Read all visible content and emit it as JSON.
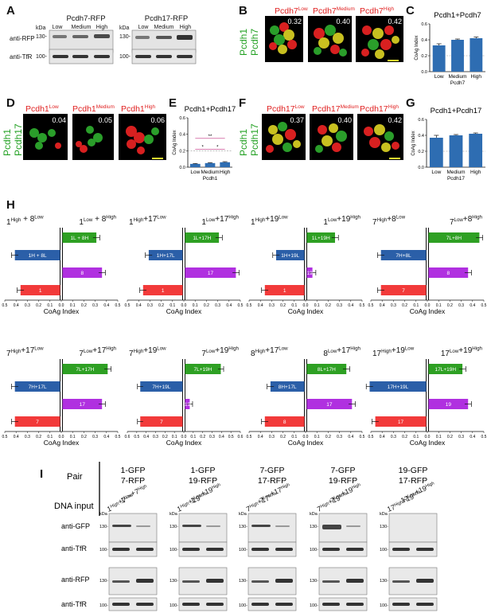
{
  "colors": {
    "green": "#2ea023",
    "blue": "#2b5fa8",
    "magenta": "#b030e0",
    "red": "#f23a3a",
    "cbar": "#2e6db2",
    "text_red": "#e02020",
    "text_green": "#22a022"
  },
  "panels": {
    "A": "A",
    "B": "B",
    "C": "C",
    "D": "D",
    "E": "E",
    "F": "F",
    "G": "G",
    "H": "H",
    "I": "I"
  },
  "panel_a": {
    "left": {
      "title": "Pcdh7-RFP",
      "levels": [
        "Low",
        "Medium",
        "High"
      ]
    },
    "right": {
      "title": "Pcdh17-RFP",
      "levels": [
        "Low",
        "Medium",
        "High"
      ]
    },
    "kda": "kDa",
    "row1": "anti-RFP",
    "row2": "anti-TfR",
    "m130": "130-",
    "m100": "100-"
  },
  "panel_b": {
    "ylabel1": "Pcdh1",
    "ylabel2": "Pcdh7",
    "images": [
      {
        "base": "Pcdh7",
        "sup": "Low",
        "value": "0.32"
      },
      {
        "base": "Pcdh7",
        "sup": "Medium",
        "value": "0.40"
      },
      {
        "base": "Pcdh7",
        "sup": "High",
        "value": "0.42"
      }
    ]
  },
  "panel_d": {
    "ylabel1": "Pcdh1",
    "ylabel2": "Pcdh17",
    "images": [
      {
        "base": "Pcdh1",
        "sup": "Low",
        "value": "0.04"
      },
      {
        "base": "Pcdh1",
        "sup": "Medium",
        "value": "0.05"
      },
      {
        "base": "Pcdh1",
        "sup": "High",
        "value": "0.06"
      }
    ]
  },
  "panel_f": {
    "ylabel1": "Pcdh1",
    "ylabel2": "Pcdh17",
    "images": [
      {
        "base": "Pcdh17",
        "sup": "Low",
        "value": "0.37"
      },
      {
        "base": "Pcdh17",
        "sup": "Medium",
        "value": "0.40"
      },
      {
        "base": "Pcdh17",
        "sup": "High",
        "value": "0.42"
      }
    ]
  },
  "chart_data": [
    {
      "id": "C",
      "type": "bar",
      "title": "Pcdh1+Pcdh7",
      "categories": [
        "Low",
        "Medium",
        "High"
      ],
      "values": [
        0.33,
        0.4,
        0.42
      ],
      "errors": [
        0.02,
        0.01,
        0.015
      ],
      "xlabel": "Pcdh7",
      "ylabel": "CoAg Index",
      "ylim": [
        0,
        0.6
      ],
      "yticks": [
        "0.0",
        "0.2",
        "0.4",
        "0.6"
      ],
      "ref_line": 0.2
    },
    {
      "id": "E",
      "type": "bar",
      "title": "Pcdh1+Pcdh17",
      "categories": [
        "Low",
        "Medium",
        "High"
      ],
      "values": [
        0.04,
        0.05,
        0.06
      ],
      "errors": [
        0.005,
        0.006,
        0.007
      ],
      "xlabel": "Pcdh1",
      "ylabel": "CoAg Index",
      "ylim": [
        0,
        0.6
      ],
      "yticks": [
        "0.0",
        "0.2",
        "0.4",
        "0.6"
      ],
      "ref_line": 0.2,
      "significance": [
        "**",
        "*",
        "*"
      ]
    },
    {
      "id": "G",
      "type": "bar",
      "title": "Pcdh1+Pcdh17",
      "categories": [
        "Low",
        "Medium",
        "High"
      ],
      "values": [
        0.37,
        0.4,
        0.42
      ],
      "errors": [
        0.03,
        0.01,
        0.01
      ],
      "xlabel": "Pcdh17",
      "ylabel": "CoAg Index",
      "ylim": [
        0,
        0.6
      ],
      "yticks": [
        "0.0",
        "0.2",
        "0.4",
        "0.6"
      ],
      "ref_line": 0.2
    }
  ],
  "panel_h": {
    "xlabel": "CoAg Index",
    "ticks": [
      "0.5",
      "0.4",
      "0.3",
      "0.2",
      "0.1",
      "0.0",
      "0.1",
      "0.2",
      "0.3",
      "0.4",
      "0.5"
    ],
    "ticks6": [
      "0.6",
      "0.5",
      "0.4",
      "0.3",
      "0.2",
      "0.1",
      "0.0",
      "0.1",
      "0.2",
      "0.3",
      "0.4",
      "0.5",
      "0.6"
    ],
    "charts": [
      {
        "lt": [
          [
            "1",
            "High"
          ],
          [
            " + 8",
            "Low"
          ]
        ],
        "rt": [
          [
            "1",
            "Low"
          ],
          [
            " + 8",
            "High"
          ]
        ],
        "max": 0.5,
        "bars": [
          {
            "label": "1L + 8H",
            "value": 0.3,
            "side": "right",
            "color": "green"
          },
          {
            "label": "1H + 8L",
            "value": 0.4,
            "side": "left",
            "color": "blue"
          },
          {
            "label": "8",
            "value": 0.35,
            "side": "right",
            "color": "magenta"
          },
          {
            "label": "1",
            "value": 0.35,
            "side": "left",
            "color": "red"
          }
        ]
      },
      {
        "lt": [
          [
            "1",
            "High"
          ],
          [
            "+17",
            "Low"
          ]
        ],
        "rt": [
          [
            "1",
            "Low"
          ],
          [
            "+17",
            "High"
          ]
        ],
        "max": 0.5,
        "bars": [
          {
            "label": "1L+17H",
            "value": 0.3,
            "side": "right",
            "color": "green"
          },
          {
            "label": "1H+17L",
            "value": 0.3,
            "side": "left",
            "color": "blue"
          },
          {
            "label": "17",
            "value": 0.45,
            "side": "right",
            "color": "magenta"
          },
          {
            "label": "1",
            "value": 0.35,
            "side": "left",
            "color": "red"
          }
        ]
      },
      {
        "lt": [
          [
            "1",
            "High"
          ],
          [
            "+19",
            "Low"
          ]
        ],
        "rt": [
          [
            "1",
            "Low"
          ],
          [
            "+19",
            "High"
          ]
        ],
        "max": 0.5,
        "bars": [
          {
            "label": "1L+19H",
            "value": 0.25,
            "side": "right",
            "color": "green"
          },
          {
            "label": "1H+19L",
            "value": 0.25,
            "side": "left",
            "color": "blue"
          },
          {
            "label": "19",
            "value": 0.05,
            "side": "right",
            "color": "magenta"
          },
          {
            "label": "1",
            "value": 0.35,
            "side": "left",
            "color": "red"
          }
        ]
      },
      {
        "lt": [
          [
            "7",
            "High"
          ],
          [
            "+8",
            "Low"
          ]
        ],
        "rt": [
          [
            "7",
            "Low"
          ],
          [
            "+8",
            "High"
          ]
        ],
        "max": 0.5,
        "bars": [
          {
            "label": "7L+8H",
            "value": 0.45,
            "side": "right",
            "color": "green"
          },
          {
            "label": "7H+8L",
            "value": 0.4,
            "side": "left",
            "color": "blue"
          },
          {
            "label": "8",
            "value": 0.35,
            "side": "right",
            "color": "magenta"
          },
          {
            "label": "7",
            "value": 0.4,
            "side": "left",
            "color": "red"
          }
        ]
      },
      {
        "lt": [
          [
            "7",
            "High"
          ],
          [
            "+17",
            "Low"
          ]
        ],
        "rt": [
          [
            "7",
            "Low"
          ],
          [
            "+17",
            "High"
          ]
        ],
        "max": 0.5,
        "bars": [
          {
            "label": "7L+17H",
            "value": 0.4,
            "side": "right",
            "color": "green"
          },
          {
            "label": "7H+17L",
            "value": 0.4,
            "side": "left",
            "color": "blue"
          },
          {
            "label": "17",
            "value": 0.35,
            "side": "right",
            "color": "magenta"
          },
          {
            "label": "7",
            "value": 0.4,
            "side": "left",
            "color": "red"
          }
        ]
      },
      {
        "lt": [
          [
            "7",
            "High"
          ],
          [
            "+19",
            "Low"
          ]
        ],
        "rt": [
          [
            "7",
            "Low"
          ],
          [
            "+19",
            "High"
          ]
        ],
        "max": 0.6,
        "bars": [
          {
            "label": "7L+19H",
            "value": 0.38,
            "side": "right",
            "color": "green"
          },
          {
            "label": "7H+19L",
            "value": 0.45,
            "side": "left",
            "color": "blue"
          },
          {
            "label": "19",
            "value": 0.05,
            "side": "right",
            "color": "magenta"
          },
          {
            "label": "7",
            "value": 0.45,
            "side": "left",
            "color": "red"
          }
        ]
      },
      {
        "lt": [
          [
            "8",
            "High"
          ],
          [
            "+17",
            "Low"
          ]
        ],
        "rt": [
          [
            "8",
            "Low"
          ],
          [
            "+17",
            "High"
          ]
        ],
        "max": 0.5,
        "bars": [
          {
            "label": "8L+17H",
            "value": 0.35,
            "side": "right",
            "color": "green"
          },
          {
            "label": "8H+17L",
            "value": 0.3,
            "side": "left",
            "color": "blue"
          },
          {
            "label": "17",
            "value": 0.4,
            "side": "right",
            "color": "magenta"
          },
          {
            "label": "8",
            "value": 0.35,
            "side": "left",
            "color": "red"
          }
        ]
      },
      {
        "lt": [
          [
            "17",
            "High"
          ],
          [
            "+19",
            "Low"
          ]
        ],
        "rt": [
          [
            "17",
            "Low"
          ],
          [
            "+19",
            "High"
          ]
        ],
        "max": 0.5,
        "bars": [
          {
            "label": "17L+19H",
            "value": 0.3,
            "side": "right",
            "color": "green"
          },
          {
            "label": "17H+19L",
            "value": 0.5,
            "side": "left",
            "color": "blue"
          },
          {
            "label": "19",
            "value": 0.35,
            "side": "right",
            "color": "magenta"
          },
          {
            "label": "17",
            "value": 0.45,
            "side": "left",
            "color": "red"
          }
        ]
      }
    ]
  },
  "panel_i": {
    "pair_label": "Pair",
    "dna_label": "DNA input",
    "kda": "kDa",
    "row_labels": [
      "anti-GFP",
      "anti-TfR",
      "anti-RFP",
      "anti-TfR"
    ],
    "m130": "130-",
    "m100": "100-",
    "pairs": [
      {
        "top": "1-GFP",
        "bottom": "7-RFP",
        "c1": [
          [
            "1",
            "High"
          ],
          [
            "+7",
            "Low"
          ]
        ],
        "c2": [
          [
            "1",
            "Low"
          ],
          [
            "+7",
            "High"
          ]
        ]
      },
      {
        "top": "1-GFP",
        "bottom": "19-RFP",
        "c1": [
          [
            "1",
            "High"
          ],
          [
            "+19",
            "Low"
          ]
        ],
        "c2": [
          [
            "1",
            "Low"
          ],
          [
            "+19",
            "High"
          ]
        ]
      },
      {
        "top": "7-GFP",
        "bottom": "17-RFP",
        "c1": [
          [
            "7",
            "High"
          ],
          [
            "+17",
            "Low"
          ]
        ],
        "c2": [
          [
            "7",
            "Low"
          ],
          [
            "+17",
            "High"
          ]
        ]
      },
      {
        "top": "7-GFP",
        "bottom": "19-RFP",
        "c1": [
          [
            "7",
            "High"
          ],
          [
            "+19",
            "Low"
          ]
        ],
        "c2": [
          [
            "7",
            "Low"
          ],
          [
            "+19",
            "High"
          ]
        ]
      },
      {
        "top": "19-GFP",
        "bottom": "17-RFP",
        "c1": [
          [
            "17",
            "High"
          ],
          [
            "+19",
            "Low"
          ]
        ],
        "c2": [
          [
            "17",
            "Low"
          ],
          [
            "+19",
            "High"
          ]
        ]
      }
    ]
  }
}
